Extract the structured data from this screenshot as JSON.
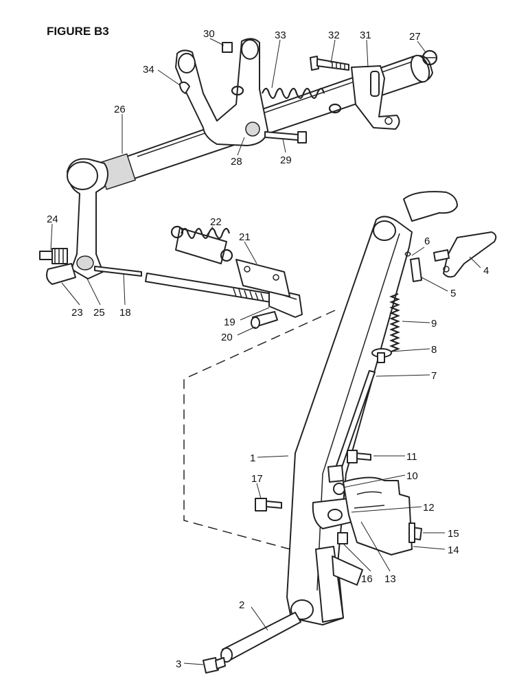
{
  "figure": {
    "title": "FIGURE B3"
  },
  "callouts": {
    "c1": "1",
    "c2": "2",
    "c3": "3",
    "c4": "4",
    "c5": "5",
    "c6": "6",
    "c7": "7",
    "c8": "8",
    "c9": "9",
    "c10": "10",
    "c11": "11",
    "c12": "12",
    "c13": "13",
    "c14": "14",
    "c15": "15",
    "c16": "16",
    "c17": "17",
    "c18": "18",
    "c19": "19",
    "c20": "20",
    "c21": "21",
    "c22": "22",
    "c23": "23",
    "c24": "24",
    "c25": "25",
    "c26": "26",
    "c27": "27",
    "c28": "28",
    "c29": "29",
    "c30": "30",
    "c31": "31",
    "c32": "32",
    "c33": "33",
    "c34": "34"
  }
}
